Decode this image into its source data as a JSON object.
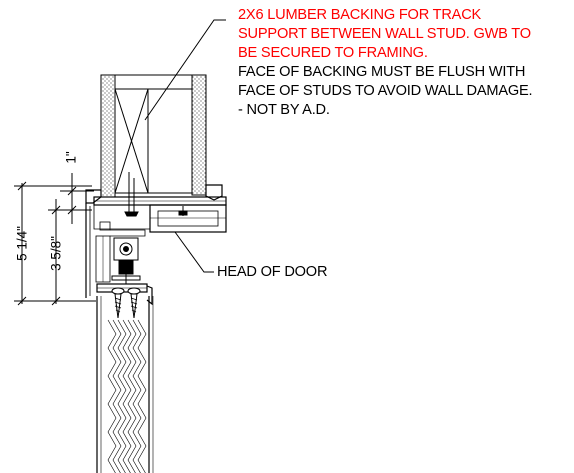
{
  "callouts": {
    "backing_note_red": [
      "2X6 LUMBER BACKING FOR TRACK",
      "SUPPORT BETWEEN WALL STUD. GWB TO",
      "BE SECURED TO FRAMING."
    ],
    "backing_note_black": [
      "FACE OF BACKING MUST BE FLUSH WITH",
      "FACE OF STUDS TO AVOID WALL DAMAGE.",
      "- NOT BY A.D."
    ],
    "head_of_door": "HEAD OF DOOR"
  },
  "dimensions": {
    "overall": "5 1/4\"",
    "track": "3 5/8\"",
    "backing": "1\""
  },
  "colors": {
    "note_red": "#ff0000",
    "line": "#000000"
  }
}
